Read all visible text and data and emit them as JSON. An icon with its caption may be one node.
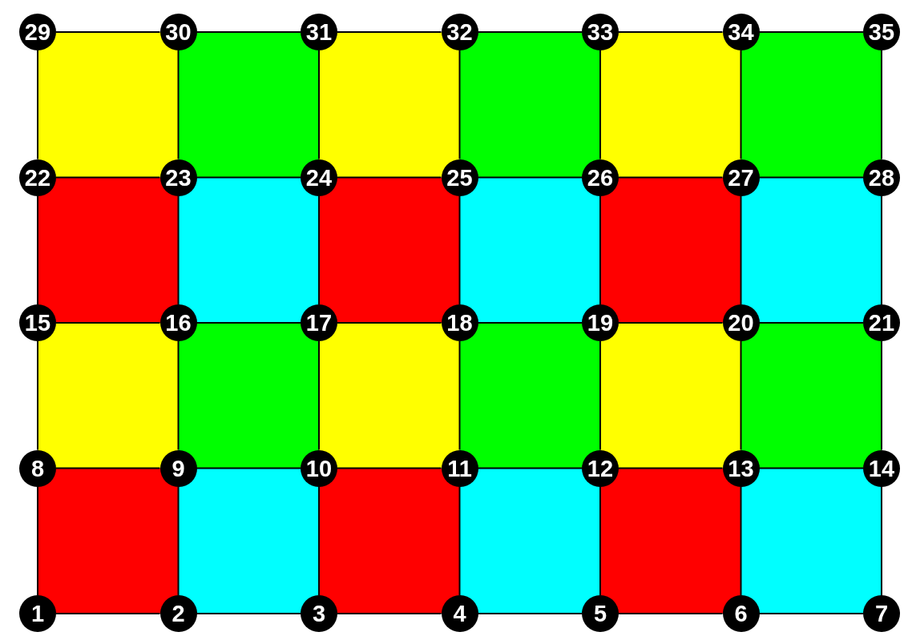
{
  "diagram": {
    "nodes": [
      {
        "text": [
          "29"
        ]
      },
      {
        "text": [
          "30"
        ]
      },
      {
        "text": [
          "31"
        ]
      },
      {
        "text": [
          "32"
        ]
      },
      {
        "text": [
          "33"
        ]
      },
      {
        "text": [
          "34"
        ]
      },
      {
        "text": [
          "35"
        ]
      },
      {
        "text": [
          "22"
        ]
      },
      {
        "text": [
          "23"
        ]
      },
      {
        "text": [
          "24"
        ]
      },
      {
        "text": [
          "25"
        ]
      },
      {
        "text": [
          "26"
        ]
      },
      {
        "text": [
          "27"
        ]
      },
      {
        "text": [
          "28"
        ]
      },
      {
        "text": [
          "15"
        ]
      },
      {
        "text": [
          "16"
        ]
      },
      {
        "text": [
          "17"
        ]
      },
      {
        "text": [
          "18"
        ]
      },
      {
        "text": [
          "19"
        ]
      },
      {
        "text": [
          "20"
        ]
      },
      {
        "text": [
          "21"
        ]
      },
      {
        "text": [
          "8"
        ]
      },
      {
        "text": [
          "9"
        ]
      },
      {
        "text": [
          "10"
        ]
      },
      {
        "text": [
          "11"
        ]
      },
      {
        "text": [
          "12"
        ]
      },
      {
        "text": [
          "13"
        ]
      },
      {
        "text": [
          "14"
        ]
      },
      {
        "text": [
          "1"
        ]
      },
      {
        "text": [
          "2"
        ]
      },
      {
        "text": [
          "3"
        ]
      },
      {
        "text": [
          "4"
        ]
      },
      {
        "text": [
          "5"
        ]
      },
      {
        "text": [
          "6"
        ]
      },
      {
        "text": [
          "7"
        ]
      }
    ],
    "edges": [
      {
        "from": 0,
        "to": 1,
        "arrow": "none"
      },
      {
        "from": 1,
        "to": 2,
        "arrow": "none"
      },
      {
        "from": 2,
        "to": 3,
        "arrow": "none"
      },
      {
        "from": 3,
        "to": 4,
        "arrow": "none"
      },
      {
        "from": 4,
        "to": 5,
        "arrow": "none"
      },
      {
        "from": 5,
        "to": 6,
        "arrow": "none"
      },
      {
        "from": 0,
        "to": 7,
        "arrow": "none"
      },
      {
        "from": 1,
        "to": 8,
        "arrow": "none"
      },
      {
        "from": 2,
        "to": 9,
        "arrow": "none"
      },
      {
        "from": 3,
        "to": 10,
        "arrow": "none"
      },
      {
        "from": 4,
        "to": 11,
        "arrow": "none"
      },
      {
        "from": 5,
        "to": 12,
        "arrow": "none"
      },
      {
        "from": 6,
        "to": 13,
        "arrow": "none"
      },
      {
        "from": 7,
        "to": 8,
        "arrow": "none"
      },
      {
        "from": 8,
        "to": 9,
        "arrow": "none"
      },
      {
        "from": 9,
        "to": 10,
        "arrow": "none"
      },
      {
        "from": 10,
        "to": 11,
        "arrow": "none"
      },
      {
        "from": 11,
        "to": 12,
        "arrow": "none"
      },
      {
        "from": 12,
        "to": 13,
        "arrow": "none"
      },
      {
        "from": 7,
        "to": 14,
        "arrow": "none"
      },
      {
        "from": 8,
        "to": 15,
        "arrow": "none"
      },
      {
        "from": 9,
        "to": 16,
        "arrow": "none"
      },
      {
        "from": 10,
        "to": 17,
        "arrow": "none"
      },
      {
        "from": 11,
        "to": 18,
        "arrow": "none"
      },
      {
        "from": 12,
        "to": 19,
        "arrow": "none"
      },
      {
        "from": 13,
        "to": 20,
        "arrow": "none"
      },
      {
        "from": 14,
        "to": 15,
        "arrow": "none"
      },
      {
        "from": 15,
        "to": 16,
        "arrow": "none"
      },
      {
        "from": 16,
        "to": 17,
        "arrow": "none"
      },
      {
        "from": 17,
        "to": 18,
        "arrow": "none"
      },
      {
        "from": 18,
        "to": 19,
        "arrow": "none"
      },
      {
        "from": 19,
        "to": 20,
        "arrow": "none"
      },
      {
        "from": 14,
        "to": 21,
        "arrow": "none"
      },
      {
        "from": 15,
        "to": 22,
        "arrow": "none"
      },
      {
        "from": 16,
        "to": 23,
        "arrow": "none"
      },
      {
        "from": 17,
        "to": 24,
        "arrow": "none"
      },
      {
        "from": 18,
        "to": 25,
        "arrow": "none"
      },
      {
        "from": 19,
        "to": 26,
        "arrow": "none"
      },
      {
        "from": 20,
        "to": 27,
        "arrow": "none"
      },
      {
        "from": 21,
        "to": 22,
        "arrow": "none"
      },
      {
        "from": 22,
        "to": 23,
        "arrow": "none"
      },
      {
        "from": 23,
        "to": 24,
        "arrow": "none"
      },
      {
        "from": 24,
        "to": 25,
        "arrow": "none"
      },
      {
        "from": 25,
        "to": 26,
        "arrow": "none"
      },
      {
        "from": 26,
        "to": 27,
        "arrow": "none"
      },
      {
        "from": 21,
        "to": 28,
        "arrow": "none"
      },
      {
        "from": 22,
        "to": 29,
        "arrow": "none"
      },
      {
        "from": 23,
        "to": 30,
        "arrow": "none"
      },
      {
        "from": 24,
        "to": 31,
        "arrow": "none"
      },
      {
        "from": 25,
        "to": 32,
        "arrow": "none"
      },
      {
        "from": 26,
        "to": 33,
        "arrow": "none"
      },
      {
        "from": 27,
        "to": 34,
        "arrow": "none"
      },
      {
        "from": 28,
        "to": 29,
        "arrow": "none"
      },
      {
        "from": 29,
        "to": 30,
        "arrow": "none"
      },
      {
        "from": 30,
        "to": 31,
        "arrow": "none"
      },
      {
        "from": 31,
        "to": 32,
        "arrow": "none"
      },
      {
        "from": 32,
        "to": 33,
        "arrow": "none"
      },
      {
        "from": 33,
        "to": 34,
        "arrow": "none"
      }
    ]
  }
}
